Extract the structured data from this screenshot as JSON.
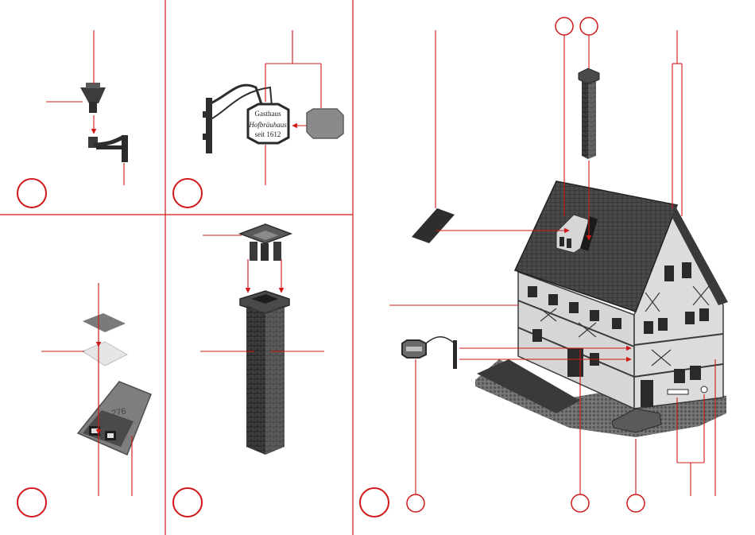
{
  "panels": [
    {
      "id": "lamp",
      "step_number": ""
    },
    {
      "id": "sign",
      "step_number": ""
    },
    {
      "id": "box",
      "step_number": ""
    },
    {
      "id": "chimney",
      "step_number": ""
    },
    {
      "id": "house",
      "step_number": ""
    }
  ],
  "house_callouts": [
    "",
    "",
    "",
    "",
    ""
  ],
  "sign_text": {
    "line1": "Gasthaus",
    "line2": "Hofbräuhaus",
    "line3": "seit 1612"
  },
  "box_number": "276",
  "colors": {
    "line": "#d01818",
    "part_dark": "#3a3a3a",
    "part_mid": "#6a6a6a",
    "part_light": "#bdbdbd"
  }
}
